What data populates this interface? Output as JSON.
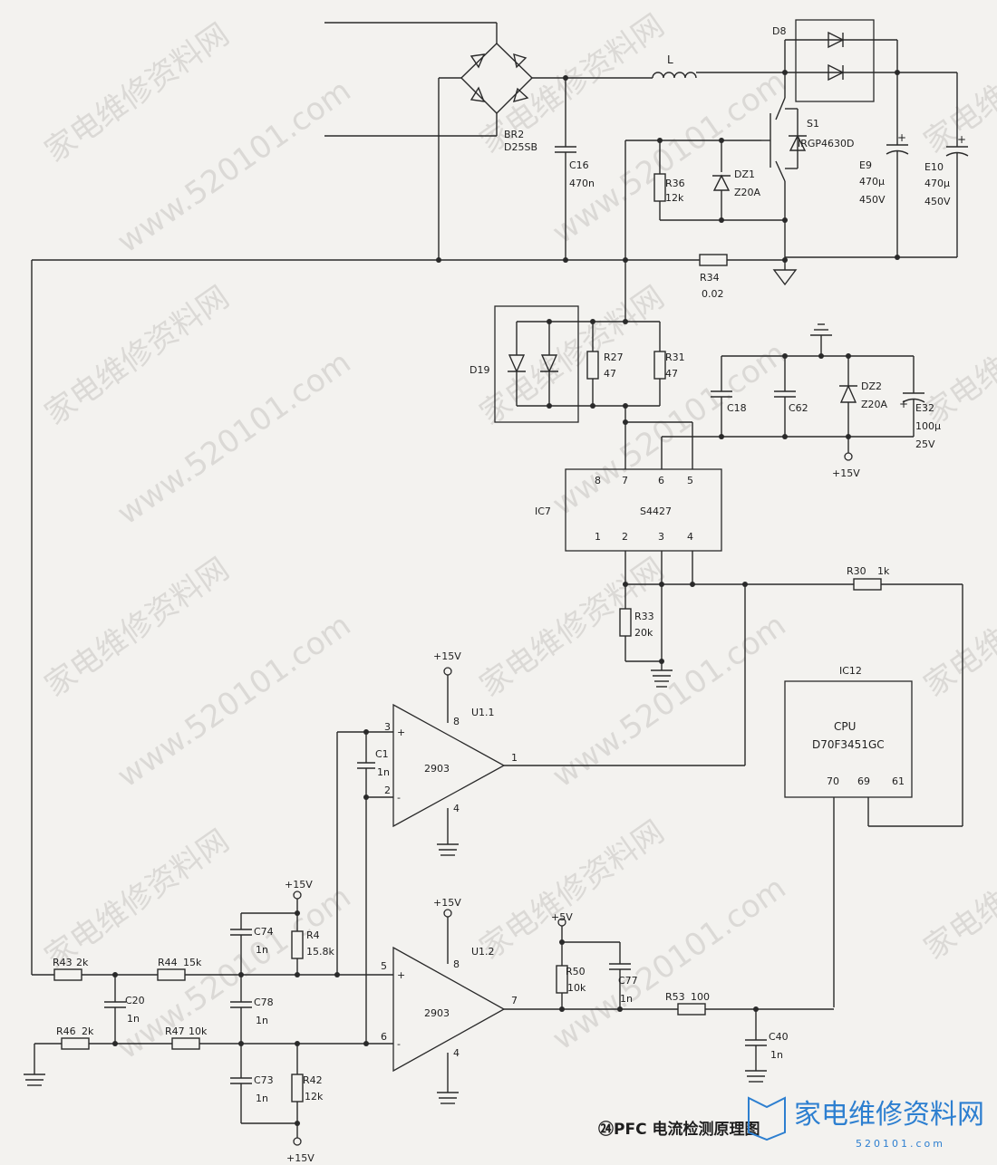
{
  "caption": "㉔PFC 电流检测原理图",
  "watermark": {
    "cn": "家电维修资料网",
    "url": "www.520101.com"
  },
  "logo": {
    "cn": "家电维修资料网",
    "url": "520101.com"
  },
  "components": {
    "BR2": {
      "ref": "BR2",
      "part": "D25SB"
    },
    "L": {
      "ref": "L"
    },
    "D8": {
      "ref": "D8"
    },
    "S1": {
      "ref": "S1",
      "part": "IRGP4630D"
    },
    "C16": {
      "ref": "C16",
      "value": "470n"
    },
    "R36": {
      "ref": "R36",
      "value": "12k"
    },
    "DZ1": {
      "ref": "DZ1",
      "value": "Z20A"
    },
    "E9": {
      "ref": "E9",
      "v1": "470μ",
      "v2": "450V"
    },
    "E10": {
      "ref": "E10",
      "v1": "470μ",
      "v2": "450V"
    },
    "R34": {
      "ref": "R34",
      "value": "0.02"
    },
    "D19": {
      "ref": "D19"
    },
    "R27": {
      "ref": "R27",
      "value": "47"
    },
    "R31": {
      "ref": "R31",
      "value": "47"
    },
    "C18": {
      "ref": "C18"
    },
    "C62": {
      "ref": "C62"
    },
    "DZ2": {
      "ref": "DZ2",
      "value": "Z20A"
    },
    "E32": {
      "ref": "E32",
      "v1": "100μ",
      "v2": "25V"
    },
    "IC7": {
      "ref": "IC7",
      "part": "S4427",
      "pins_top": [
        "8",
        "7",
        "6",
        "5"
      ],
      "pins_bottom": [
        "1",
        "2",
        "3",
        "4"
      ]
    },
    "R30": {
      "ref": "R30",
      "value": "1k"
    },
    "R33": {
      "ref": "R33",
      "value": "20k"
    },
    "IC12": {
      "ref": "IC12",
      "part1": "CPU",
      "part2": "D70F3451GC",
      "pins": [
        "70",
        "69",
        "61"
      ]
    },
    "U11": {
      "ref": "U1.1",
      "part": "2903",
      "pin_p": "3",
      "pin_n": "2",
      "pin_o": "1",
      "pin_v": "8",
      "pin_g": "4"
    },
    "U12": {
      "ref": "U1.2",
      "part": "2903",
      "pin_p": "5",
      "pin_n": "6",
      "pin_o": "7",
      "pin_v": "8",
      "pin_g": "4"
    },
    "C1": {
      "ref": "C1",
      "value": "1n"
    },
    "R43": {
      "ref": "R43",
      "value": "2k"
    },
    "R44": {
      "ref": "R44",
      "value": "15k"
    },
    "R46": {
      "ref": "R46",
      "value": "2k"
    },
    "R47": {
      "ref": "R47",
      "value": "10k"
    },
    "C20": {
      "ref": "C20",
      "value": "1n"
    },
    "C74": {
      "ref": "C74",
      "value": "1n"
    },
    "C78": {
      "ref": "C78",
      "value": "1n"
    },
    "C73": {
      "ref": "C73",
      "value": "1n"
    },
    "R4": {
      "ref": "R4",
      "value": "15.8k"
    },
    "R42": {
      "ref": "R42",
      "value": "12k"
    },
    "R50": {
      "ref": "R50",
      "value": "10k"
    },
    "C77": {
      "ref": "C77",
      "value": "1n"
    },
    "R53": {
      "ref": "R53",
      "value": "100"
    },
    "C40": {
      "ref": "C40",
      "value": "1n"
    }
  },
  "rails": {
    "v15": "+15V",
    "v5": "+5V"
  }
}
